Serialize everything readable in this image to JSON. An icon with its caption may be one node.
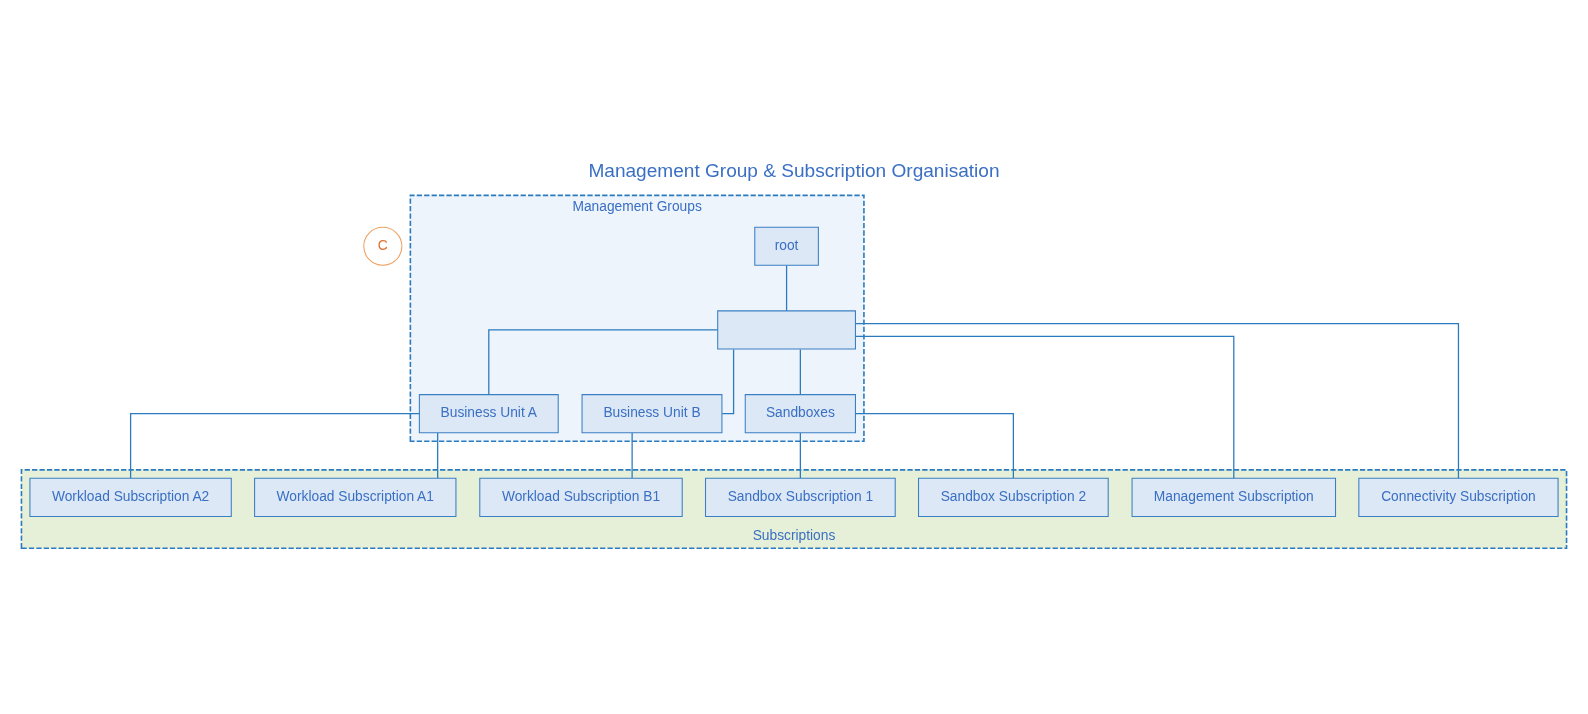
{
  "diagram": {
    "title": "Management Group & Subscription Organisation",
    "nodes": [
      {
        "text": [
          "C"
        ]
      },
      {
        "text": [
          "Management Groups"
        ]
      },
      {
        "text": [
          "root"
        ],
        "in": 1
      },
      {
        "text": [],
        "shape": "box",
        "in": 1
      },
      {
        "text": [
          "Business Unit A"
        ],
        "in": 1
      },
      {
        "text": [
          "Business Unit B"
        ],
        "in": 1
      },
      {
        "text": [
          "Sandboxes"
        ],
        "in": 1
      },
      {
        "text": [
          "Subscriptions"
        ]
      },
      {
        "text": [
          "Management Subscription"
        ],
        "in": 7
      },
      {
        "text": [
          "Connectivity Subscription"
        ],
        "in": 7
      },
      {
        "text": [
          "Workload Subscription A1"
        ],
        "in": 7
      },
      {
        "text": [
          "Workload Subscription A2"
        ],
        "in": 7
      },
      {
        "text": [
          "Workload Subscription B1"
        ],
        "in": 7
      },
      {
        "text": [
          "Sandbox Subscription 1"
        ],
        "in": 7
      },
      {
        "text": [
          "Sandbox Subscription 2"
        ],
        "in": 7
      }
    ],
    "edges": [
      {
        "from": 2,
        "to": 3,
        "arrow": "none"
      },
      {
        "from": 3,
        "to": 8,
        "arrow": "none"
      },
      {
        "from": 3,
        "to": 9,
        "arrow": "none"
      },
      {
        "from": 3,
        "to": 4,
        "arrow": "none"
      },
      {
        "from": 3,
        "to": 5,
        "arrow": "none"
      },
      {
        "from": 3,
        "to": 6,
        "arrow": "none"
      },
      {
        "from": 4,
        "to": 10,
        "arrow": "none"
      },
      {
        "from": 4,
        "to": 11,
        "arrow": "none"
      },
      {
        "from": 5,
        "to": 12,
        "arrow": "none"
      },
      {
        "from": 6,
        "to": 13,
        "arrow": "none"
      },
      {
        "from": 6,
        "to": 14,
        "arrow": "none"
      }
    ]
  }
}
